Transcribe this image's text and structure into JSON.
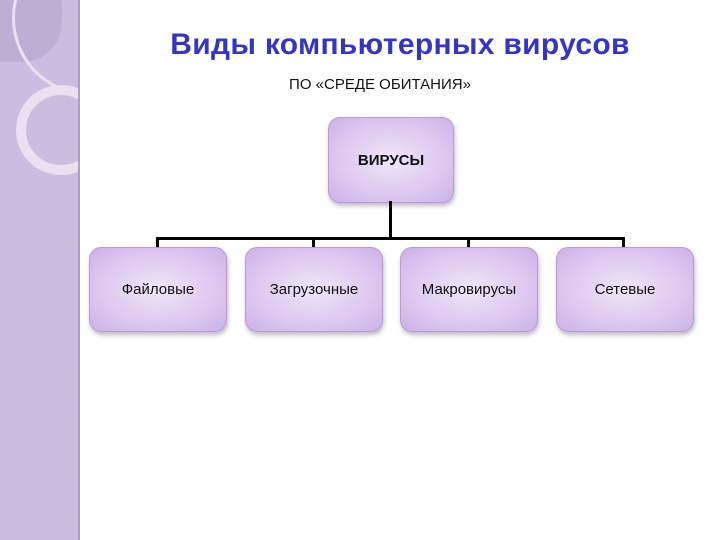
{
  "slide": {
    "title": "Виды компьютерных вирусов",
    "subtitle": "ПО «СРЕДЕ ОБИТАНИЯ»",
    "title_color": "#3535c0",
    "sidebar_color": "#c6bedf"
  },
  "diagram": {
    "type": "hierarchy",
    "root": {
      "label": "ВИРУСЫ"
    },
    "children": [
      {
        "label": "Файловые"
      },
      {
        "label": "Загрузочные"
      },
      {
        "label": "Макровирусы"
      },
      {
        "label": "Сетевые"
      }
    ],
    "box_color": "#ddc8f0"
  }
}
